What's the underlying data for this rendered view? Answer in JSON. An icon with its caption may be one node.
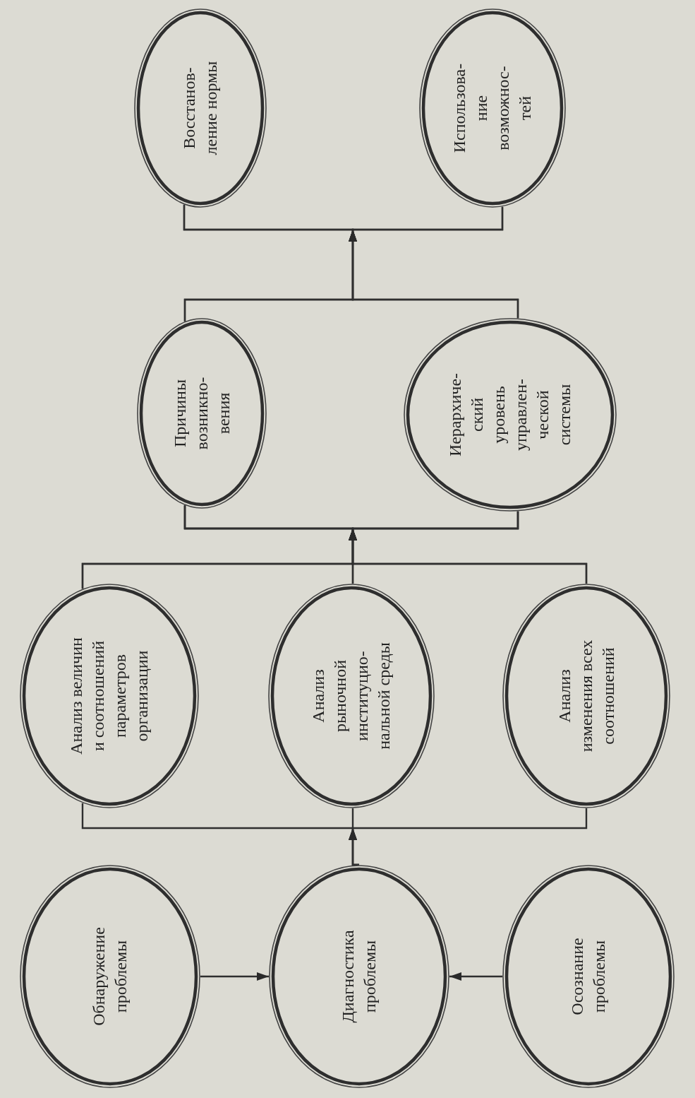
{
  "diagram": {
    "nodes": [
      {
        "text": [
          "Обнаружение проблемы"
        ]
      },
      {
        "text": [
          "Диагностика проблемы"
        ]
      },
      {
        "text": [
          "Осознание проблемы"
        ]
      },
      {
        "text": [
          "Анализ величин и соотношений параметров организации"
        ]
      },
      {
        "text": [
          "Анализ рыночной институцио- нальной среды"
        ]
      },
      {
        "text": [
          "Анализ изменения всех соотношений"
        ]
      },
      {
        "text": [
          "Причины возникно- вения"
        ]
      },
      {
        "text": [
          "Иерархиче- ский уровень управлен- ческой системы"
        ]
      },
      {
        "text": [
          "Восстанов- ление нормы"
        ]
      },
      {
        "text": [
          "Использова- ние возможнос- тей"
        ]
      }
    ],
    "edges": [
      {
        "from": 0,
        "to": 1,
        "arrow": "to"
      },
      {
        "from": 2,
        "to": 1,
        "arrow": "to"
      },
      {
        "from": 1,
        "to": 3,
        "arrow": "to"
      },
      {
        "from": 1,
        "to": 4,
        "arrow": "to"
      },
      {
        "from": 1,
        "to": 5,
        "arrow": "to"
      },
      {
        "from": 3,
        "to": 6,
        "arrow": "to"
      },
      {
        "from": 3,
        "to": 7,
        "arrow": "to"
      },
      {
        "from": 4,
        "to": 6,
        "arrow": "to"
      },
      {
        "from": 4,
        "to": 7,
        "arrow": "to"
      },
      {
        "from": 5,
        "to": 6,
        "arrow": "to"
      },
      {
        "from": 5,
        "to": 7,
        "arrow": "to"
      },
      {
        "from": 6,
        "to": 8,
        "arrow": "to"
      },
      {
        "from": 6,
        "to": 9,
        "arrow": "to"
      },
      {
        "from": 7,
        "to": 8,
        "arrow": "to"
      },
      {
        "from": 7,
        "to": 9,
        "arrow": "to"
      }
    ]
  }
}
